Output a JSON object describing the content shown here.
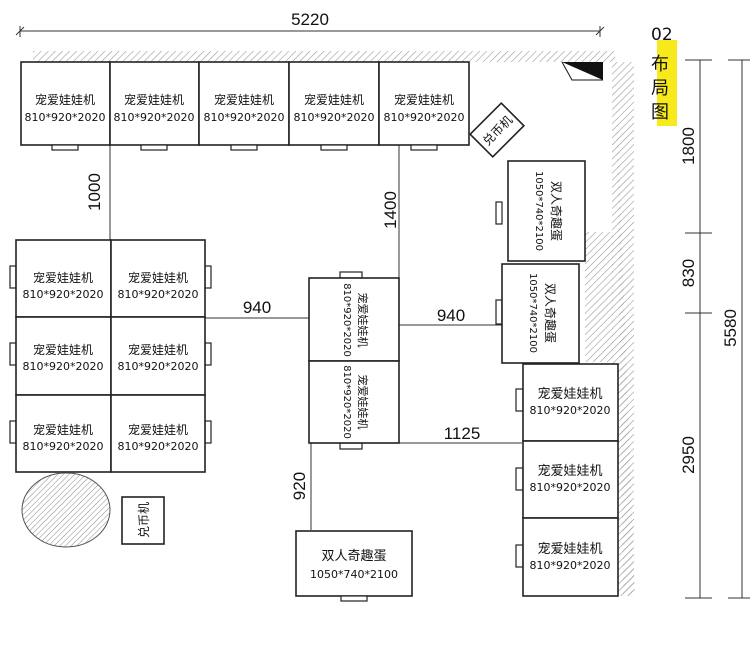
{
  "section": {
    "number": "02",
    "title_chars": [
      "布",
      "局",
      "图"
    ],
    "highlight_color": "#f7e91b"
  },
  "labels": {
    "claw_name": "宠爱娃娃机",
    "claw_size": "810*920*2020",
    "egg_name": "双人奇趣蛋",
    "egg_size": "1050*740*2100",
    "coin_name": "兑币机"
  },
  "dimensions": {
    "total_width": "5220",
    "total_height": "5580",
    "right_upper": "1800",
    "right_middle": "830",
    "right_lower": "2950",
    "left_vertical": "1000",
    "center_vertical": "1400",
    "aisle_left": "940",
    "aisle_right": "940",
    "aisle_lower": "1125",
    "bottom_vertical": "920"
  },
  "colors": {
    "wall_hatch": "#9a9a9a",
    "outline": "#222222",
    "table_fill": "#e9e9e9"
  }
}
